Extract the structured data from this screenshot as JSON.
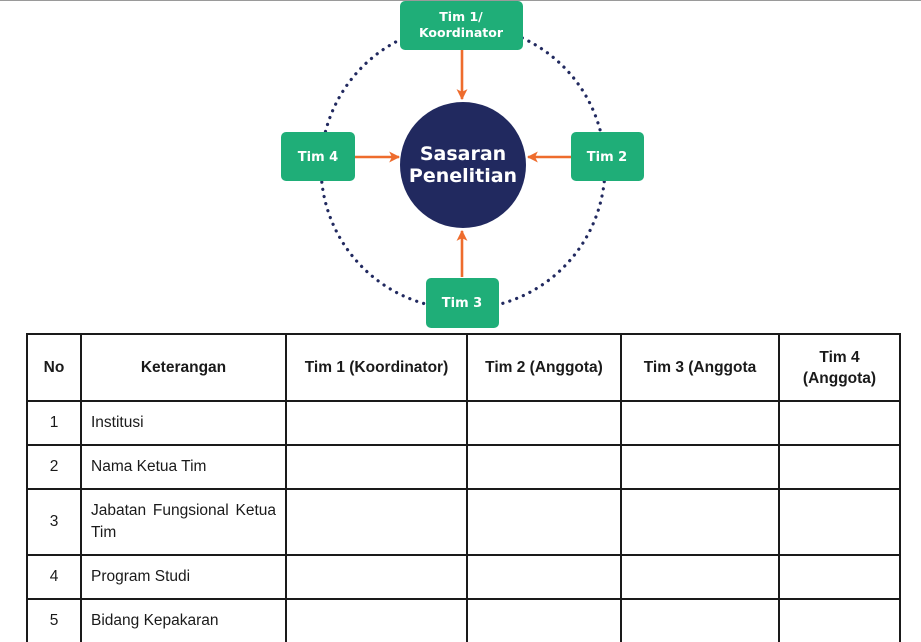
{
  "diagram": {
    "center_label": [
      "Sasaran",
      "Penelitian"
    ],
    "top_node": [
      "Tim 1/",
      "Koordinator"
    ],
    "right_node": "Tim 2",
    "bottom_node": "Tim 3",
    "left_node": "Tim 4",
    "colors": {
      "node": "#1fae78",
      "center": "#21295f",
      "arrow": "#ee6c2d",
      "dots": "#21295f"
    }
  },
  "table": {
    "headers": {
      "no": "No",
      "keterangan": "Keterangan",
      "tim1": "Tim 1 (Koordinator)",
      "tim2": "Tim 2 (Anggota)",
      "tim3": "Tim 3 (Anggota",
      "tim4": [
        "Tim 4",
        "(Anggota)"
      ]
    },
    "rows": [
      {
        "no": "1",
        "keterangan": "Institusi"
      },
      {
        "no": "2",
        "keterangan": "Nama Ketua Tim"
      },
      {
        "no": "3",
        "keterangan": "Jabatan Fungsional Ketua Tim"
      },
      {
        "no": "4",
        "keterangan": "Program Studi"
      },
      {
        "no": "5",
        "keterangan": "Bidang Kepakaran"
      }
    ]
  }
}
